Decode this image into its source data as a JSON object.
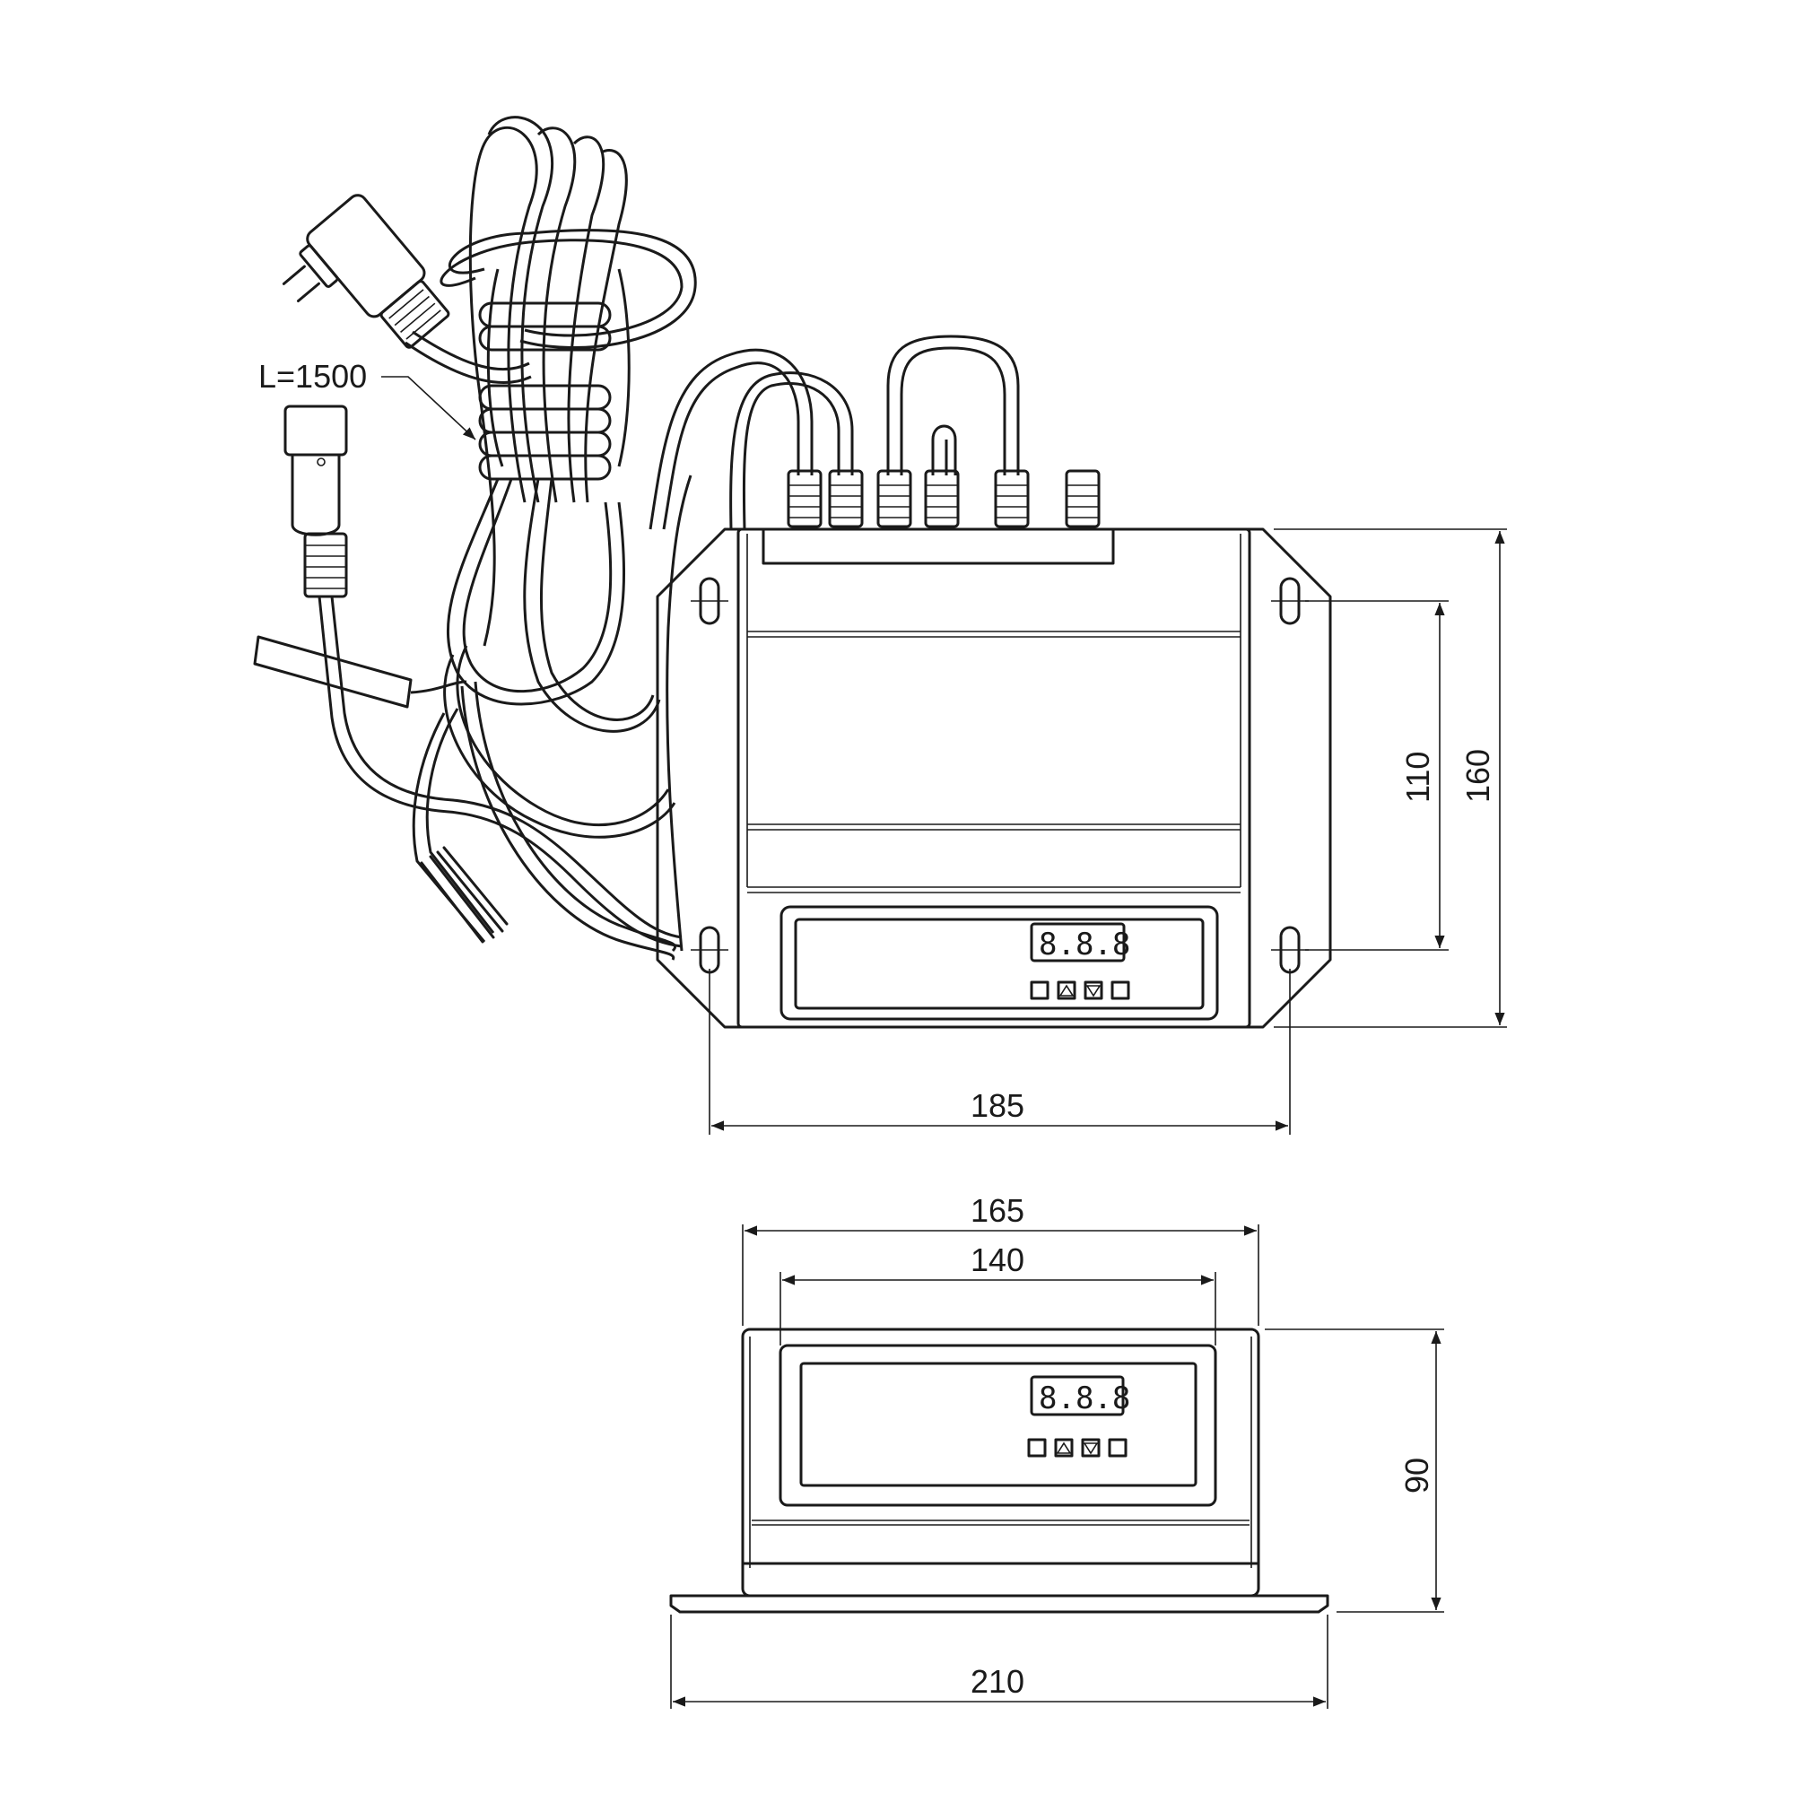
{
  "cable_label": "L=1500",
  "display_top": "8.8.8",
  "display_front": "8.8.8",
  "dimensions": {
    "top_view": {
      "total_height": "160",
      "hole_spacing_v": "110",
      "hole_spacing_h": "185"
    },
    "front_view": {
      "body_width": "165",
      "panel_width": "140",
      "height": "90",
      "base_width": "210"
    }
  }
}
